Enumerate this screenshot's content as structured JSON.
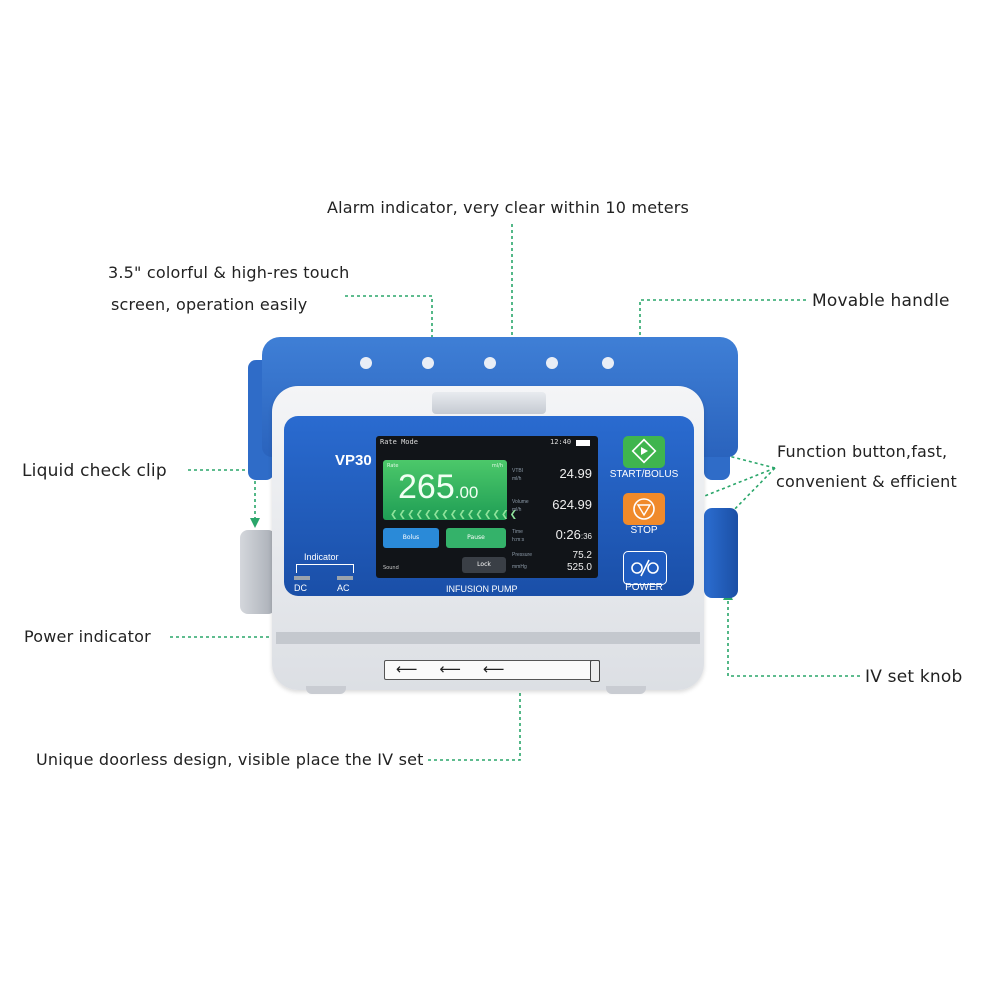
{
  "callouts": {
    "alarm": "Alarm indicator, very clear within 10 meters",
    "screen_line1": "3.5\" colorful & high-res touch",
    "screen_line2": "screen, operation easily",
    "handle": "Movable handle",
    "clip": "Liquid check clip",
    "function_line1": "Function button,fast,",
    "function_line2": "convenient & efficient",
    "power": "Power indicator",
    "knob": "IV set knob",
    "doorless": "Unique doorless design, visible place the IV set"
  },
  "device": {
    "model": "VP30",
    "screen": {
      "mode": "Rate Mode",
      "time": "12:40",
      "rate_key": "Rate",
      "rate_unit": "ml/h",
      "rate_int": "265",
      "rate_dec": ".00",
      "btn_bolus": "Bolus",
      "btn_pause": "Pause",
      "btn_lock": "Lock",
      "sound": "Sound",
      "rows": [
        {
          "key": "VTBI",
          "unit": "ml/h",
          "value": "24.99"
        },
        {
          "key": "Volume",
          "unit": "ml/h",
          "value": "624.99"
        },
        {
          "key": "Time",
          "unit": "h:m:s",
          "value": "0:26",
          "value_small": ":36"
        },
        {
          "key": "Pressure",
          "unit": "mmHg",
          "value": "75.2",
          "value2": "525.0"
        }
      ]
    },
    "buttons": {
      "start": "START/BOLUS",
      "stop": "STOP",
      "power": "POWER"
    },
    "indicator": {
      "title": "Indicator",
      "dc": "DC",
      "ac": "AC"
    },
    "panel_label": "INFUSION PUMP"
  },
  "colors": {
    "leader": "#2aa66a",
    "panel_blue": "#1f5cc0",
    "start_green": "#3fb54e",
    "stop_orange": "#f08a2a"
  }
}
